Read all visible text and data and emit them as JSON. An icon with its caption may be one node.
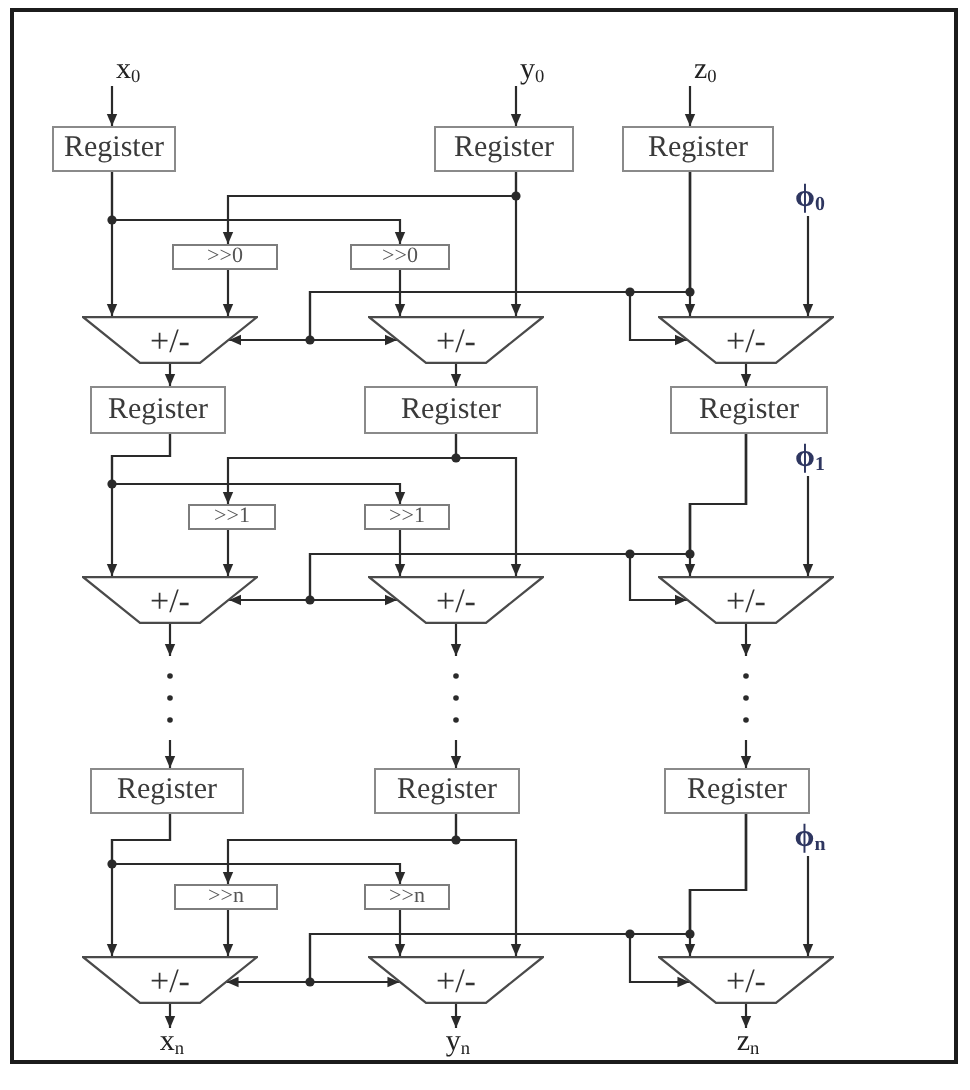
{
  "diagram": {
    "nodes": [
      {
        "text": [
          "x$_{0}$"
        ]
      },
      {
        "text": [
          "y$_{0}$"
        ]
      },
      {
        "text": [
          "z$_{0}$"
        ]
      },
      {
        "text": [
          "Register"
        ]
      },
      {
        "text": [
          "Register"
        ]
      },
      {
        "text": [
          "Register"
        ]
      },
      {
        "text": [
          "ϕ$_{0}$"
        ]
      },
      {
        "text": [
          ">>0"
        ]
      },
      {
        "text": [
          ">>0"
        ]
      },
      {
        "text": [
          "+/-"
        ]
      },
      {
        "text": [
          "+/-"
        ]
      },
      {
        "text": [
          "+/-"
        ]
      },
      {
        "text": [
          "Register"
        ]
      },
      {
        "text": [
          "Register"
        ]
      },
      {
        "text": [
          "Register"
        ]
      },
      {
        "text": [
          "ϕ$_{1}$"
        ]
      },
      {
        "text": [
          ">>1"
        ]
      },
      {
        "text": [
          ">>1"
        ]
      },
      {
        "text": [
          "+/-"
        ]
      },
      {
        "text": [
          "+/-"
        ]
      },
      {
        "text": [
          "+/-"
        ]
      },
      {
        "text": [
          "Register"
        ]
      },
      {
        "text": [
          "Register"
        ]
      },
      {
        "text": [
          "Register"
        ]
      },
      {
        "text": [
          "ϕ$_{n}$"
        ]
      },
      {
        "text": [
          ">>n"
        ]
      },
      {
        "text": [
          ">>n"
        ]
      },
      {
        "text": [
          "+/-"
        ]
      },
      {
        "text": [
          "+/-"
        ]
      },
      {
        "text": [
          "+/-"
        ]
      },
      {
        "text": [
          "x$_{n}$"
        ]
      },
      {
        "text": [
          "y$_{n}$"
        ]
      },
      {
        "text": [
          "z$_{n}$"
        ]
      }
    ],
    "edges": [
      {
        "from": 0,
        "to": 3,
        "arrow": "to"
      },
      {
        "from": 1,
        "to": 4,
        "arrow": "to"
      },
      {
        "from": 2,
        "to": 5,
        "arrow": "to"
      },
      {
        "from": 3,
        "to": 9,
        "arrow": "to"
      },
      {
        "from": 3,
        "to": 8,
        "arrow": "to"
      },
      {
        "from": 4,
        "to": 7,
        "arrow": "to"
      },
      {
        "from": 4,
        "to": 10,
        "arrow": "to"
      },
      {
        "from": 7,
        "to": 9,
        "arrow": "to"
      },
      {
        "from": 8,
        "to": 10,
        "arrow": "to"
      },
      {
        "from": 5,
        "to": 11,
        "arrow": "to"
      },
      {
        "from": 5,
        "to": 9,
        "arrow": "to"
      },
      {
        "from": 5,
        "to": 10,
        "arrow": "to"
      },
      {
        "from": 5,
        "to": 11,
        "arrow": "to"
      },
      {
        "from": 6,
        "to": 11,
        "arrow": "to"
      },
      {
        "from": 9,
        "to": 12,
        "arrow": "to"
      },
      {
        "from": 10,
        "to": 13,
        "arrow": "to"
      },
      {
        "from": 11,
        "to": 14,
        "arrow": "to"
      },
      {
        "from": 12,
        "to": 18,
        "arrow": "to"
      },
      {
        "from": 12,
        "to": 17,
        "arrow": "to"
      },
      {
        "from": 13,
        "to": 16,
        "arrow": "to"
      },
      {
        "from": 13,
        "to": 19,
        "arrow": "to"
      },
      {
        "from": 16,
        "to": 18,
        "arrow": "to"
      },
      {
        "from": 17,
        "to": 19,
        "arrow": "to"
      },
      {
        "from": 14,
        "to": 20,
        "arrow": "to"
      },
      {
        "from": 14,
        "to": 18,
        "arrow": "to"
      },
      {
        "from": 14,
        "to": 19,
        "arrow": "to"
      },
      {
        "from": 14,
        "to": 20,
        "arrow": "to"
      },
      {
        "from": 15,
        "to": 20,
        "arrow": "to"
      },
      {
        "from": 18,
        "to": null,
        "arrow": "to"
      },
      {
        "from": 19,
        "to": null,
        "arrow": "to"
      },
      {
        "from": 20,
        "to": null,
        "arrow": "to"
      },
      {
        "from": null,
        "to": 21,
        "arrow": "to"
      },
      {
        "from": null,
        "to": 22,
        "arrow": "to"
      },
      {
        "from": null,
        "to": 23,
        "arrow": "to"
      },
      {
        "from": 21,
        "to": 27,
        "arrow": "to"
      },
      {
        "from": 21,
        "to": 26,
        "arrow": "to"
      },
      {
        "from": 22,
        "to": 25,
        "arrow": "to"
      },
      {
        "from": 22,
        "to": 28,
        "arrow": "to"
      },
      {
        "from": 25,
        "to": 27,
        "arrow": "to"
      },
      {
        "from": 26,
        "to": 28,
        "arrow": "to"
      },
      {
        "from": 23,
        "to": 29,
        "arrow": "to"
      },
      {
        "from": 23,
        "to": 27,
        "arrow": "to"
      },
      {
        "from": 23,
        "to": 28,
        "arrow": "to"
      },
      {
        "from": 23,
        "to": 29,
        "arrow": "to"
      },
      {
        "from": 24,
        "to": 29,
        "arrow": "to"
      },
      {
        "from": 27,
        "to": 30,
        "arrow": "to"
      },
      {
        "from": 28,
        "to": 31,
        "arrow": "to"
      },
      {
        "from": 29,
        "to": 32,
        "arrow": "to"
      }
    ]
  }
}
